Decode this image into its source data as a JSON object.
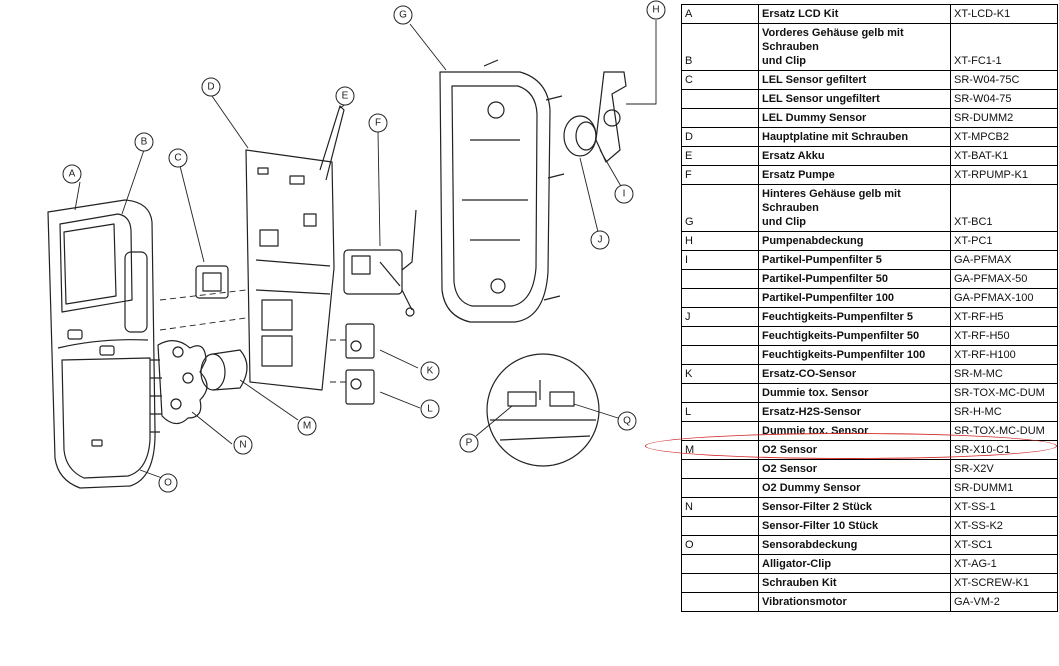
{
  "colors": {
    "highlight": "#d22a2a",
    "line": "#222222"
  },
  "diagram": {
    "callouts": [
      "A",
      "B",
      "C",
      "D",
      "E",
      "F",
      "G",
      "H",
      "I",
      "J",
      "K",
      "L",
      "M",
      "N",
      "O",
      "P",
      "Q"
    ]
  },
  "parts": [
    {
      "group": "A",
      "lines": [
        "Ersatz LCD Kit"
      ],
      "code": "XT-LCD-K1"
    },
    {
      "group": "B",
      "lines": [
        "Vorderes Gehäuse gelb mit",
        "Schrauben",
        "und Clip"
      ],
      "code": "XT-FC1-1"
    },
    {
      "group": "C",
      "lines": [
        "LEL Sensor gefiltert"
      ],
      "code": "SR-W04-75C"
    },
    {
      "group": "",
      "lines": [
        "LEL Sensor ungefiltert"
      ],
      "code": "SR-W04-75"
    },
    {
      "group": "",
      "lines": [
        "LEL Dummy Sensor"
      ],
      "code": "SR-DUMM2"
    },
    {
      "group": "D",
      "lines": [
        "Hauptplatine mit Schrauben"
      ],
      "code": "XT-MPCB2"
    },
    {
      "group": "E",
      "lines": [
        "Ersatz Akku"
      ],
      "code": "XT-BAT-K1"
    },
    {
      "group": "F",
      "lines": [
        "Ersatz Pumpe"
      ],
      "code": "XT-RPUMP-K1"
    },
    {
      "group": "G",
      "lines": [
        "Hinteres Gehäuse gelb mit",
        "Schrauben",
        "und Clip"
      ],
      "code": "XT-BC1"
    },
    {
      "group": "H",
      "lines": [
        "Pumpenabdeckung"
      ],
      "code": "XT-PC1"
    },
    {
      "group": "I",
      "lines": [
        "Partikel-Pumpenfilter 5"
      ],
      "code": "GA-PFMAX"
    },
    {
      "group": "",
      "lines": [
        "Partikel-Pumpenfilter 50"
      ],
      "code": "GA-PFMAX-50"
    },
    {
      "group": "",
      "lines": [
        "Partikel-Pumpenfilter 100"
      ],
      "code": "GA-PFMAX-100"
    },
    {
      "group": "J",
      "lines": [
        "Feuchtigkeits-Pumpenfilter 5"
      ],
      "code": "XT-RF-H5"
    },
    {
      "group": "",
      "lines": [
        "Feuchtigkeits-Pumpenfilter 50"
      ],
      "code": "XT-RF-H50"
    },
    {
      "group": "",
      "lines": [
        "Feuchtigkeits-Pumpenfilter 100"
      ],
      "code": "XT-RF-H100"
    },
    {
      "group": "K",
      "lines": [
        "Ersatz-CO-Sensor"
      ],
      "code": "SR-M-MC"
    },
    {
      "group": "",
      "lines": [
        "Dummie tox. Sensor"
      ],
      "code": "SR-TOX-MC-DUM"
    },
    {
      "group": "L",
      "lines": [
        "Ersatz-H2S-Sensor"
      ],
      "code": "SR-H-MC"
    },
    {
      "group": "",
      "lines": [
        "Dummie tox. Sensor"
      ],
      "code": "SR-TOX-MC-DUM"
    },
    {
      "group": "M",
      "lines": [
        "O2 Sensor"
      ],
      "code": "SR-X10-C1"
    },
    {
      "group": "",
      "lines": [
        "O2 Sensor"
      ],
      "code": "SR-X2V"
    },
    {
      "group": "",
      "lines": [
        "O2 Dummy Sensor"
      ],
      "code": "SR-DUMM1"
    },
    {
      "group": "N",
      "lines": [
        "Sensor-Filter 2 Stück"
      ],
      "code": "XT-SS-1"
    },
    {
      "group": "",
      "lines": [
        "Sensor-Filter 10 Stück"
      ],
      "code": "XT-SS-K2"
    },
    {
      "group": "O",
      "lines": [
        "Sensorabdeckung"
      ],
      "code": "XT-SC1"
    },
    {
      "group": "",
      "lines": [
        "Alligator-Clip"
      ],
      "code": "XT-AG-1"
    },
    {
      "group": "",
      "lines": [
        "Schrauben Kit"
      ],
      "code": "XT-SCREW-K1"
    },
    {
      "group": "",
      "lines": [
        "Vibrationsmotor"
      ],
      "code": "GA-VM-2"
    }
  ]
}
